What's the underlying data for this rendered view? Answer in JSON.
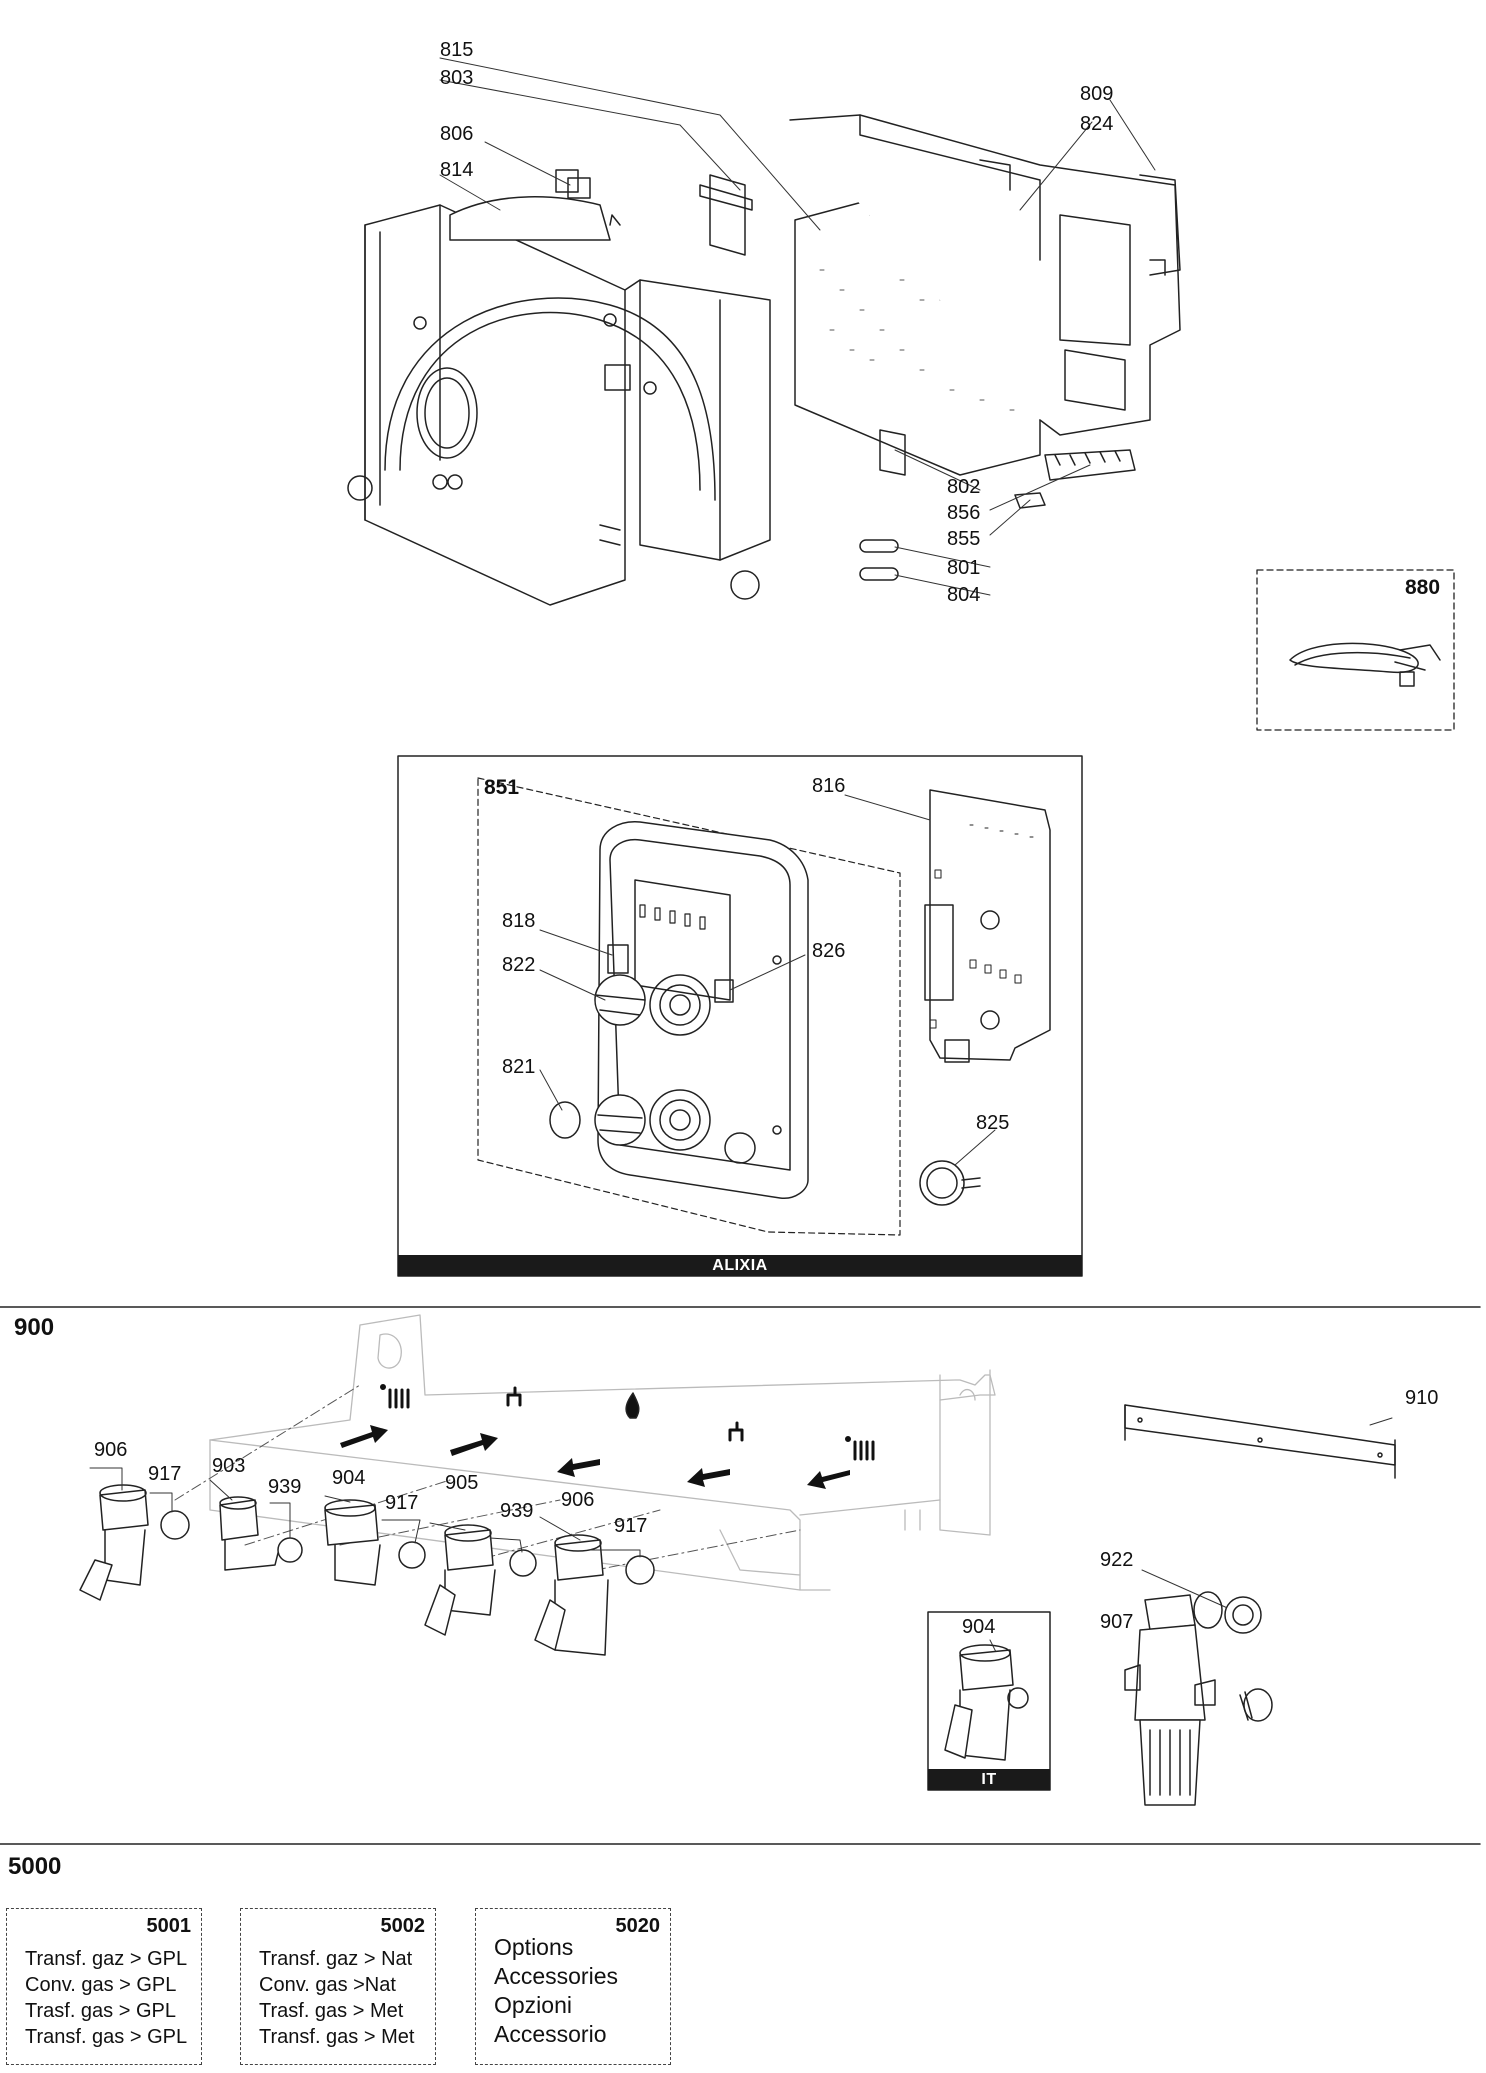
{
  "parts": {
    "p815": "815",
    "p803": "803",
    "p806": "806",
    "p814": "814",
    "p809": "809",
    "p824": "824",
    "p802": "802",
    "p856": "856",
    "p855": "855",
    "p801": "801",
    "p804": "804",
    "p880": "880",
    "p851": "851",
    "p816": "816",
    "p818": "818",
    "p822": "822",
    "p826": "826",
    "p821": "821",
    "p825": "825",
    "p906a": "906",
    "p917a": "917",
    "p903": "903",
    "p939a": "939",
    "p904": "904",
    "p917b": "917",
    "p905": "905",
    "p939b": "939",
    "p906b": "906",
    "p917c": "917",
    "p910": "910",
    "p922": "922",
    "p907": "907",
    "p904it": "904"
  },
  "panels": {
    "alixia_label": "ALIXIA",
    "it_label": "IT"
  },
  "sections": {
    "s900": "900",
    "s5000": "5000"
  },
  "kits": [
    {
      "code": "5001",
      "lines": [
        "Transf. gaz > GPL",
        "Conv. gas > GPL",
        "Trasf. gas > GPL",
        "Transf. gas > GPL"
      ]
    },
    {
      "code": "5002",
      "lines": [
        "Transf. gaz >  Nat",
        "Conv. gas >Nat",
        "Trasf. gas > Met",
        "Transf. gas > Met"
      ]
    },
    {
      "code": "5020",
      "lines": [
        "Options",
        "Accessories",
        "Opzioni",
        "Accessorio"
      ]
    }
  ]
}
